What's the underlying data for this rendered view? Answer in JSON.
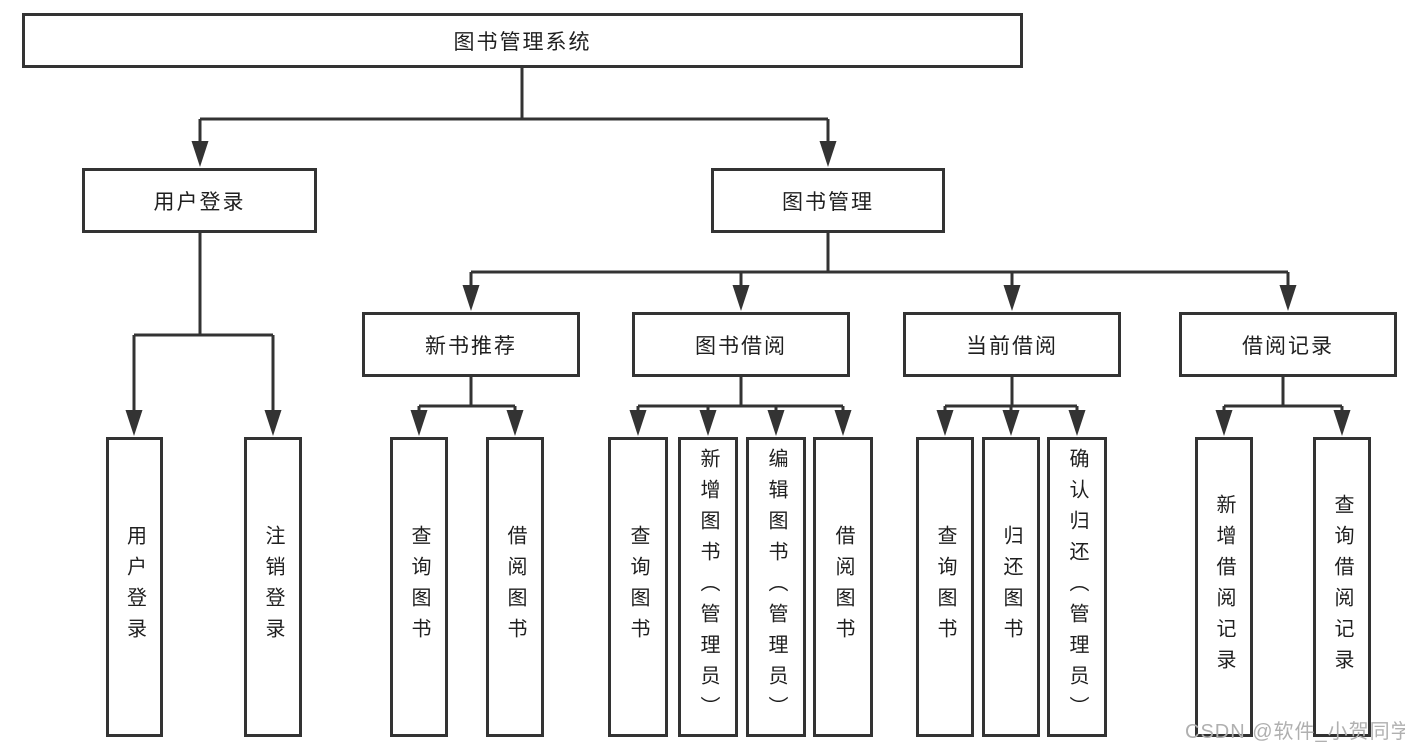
{
  "diagram_title": "图书管理系统",
  "colors": {
    "line": "#333333",
    "node_border": "#333333",
    "node_text": "#1f1f1f",
    "watermark_text": "#b0b0b0",
    "background": "#ffffff"
  },
  "nodes": {
    "root": "图书管理系统",
    "user_login": "用户登录",
    "book_mgmt": "图书管理",
    "new_book_rec": "新书推荐",
    "book_borrow": "图书借阅",
    "current_borrow": "当前借阅",
    "borrow_record": "借阅记录",
    "leaf_user_login": "用户登录",
    "leaf_logout": "注销登录",
    "leaf_query_book_rec": "查询图书",
    "leaf_borrow_book_rec": "借阅图书",
    "leaf_query_book_borrow": "查询图书",
    "leaf_add_book": "新增图书（管理员）",
    "leaf_edit_book": "编辑图书（管理员）",
    "leaf_borrow_book_borrow": "借阅图书",
    "leaf_query_book_current": "查询图书",
    "leaf_return_book": "归还图书",
    "leaf_confirm_return": "确认归还（管理员）",
    "leaf_add_borrow_record": "新增借阅记录",
    "leaf_query_borrow_record": "查询借阅记录"
  },
  "hierarchy": {
    "图书管理系统": {
      "用户登录": [
        "用户登录",
        "注销登录"
      ],
      "图书管理": {
        "新书推荐": [
          "查询图书",
          "借阅图书"
        ],
        "图书借阅": [
          "查询图书",
          "新增图书（管理员）",
          "编辑图书（管理员）",
          "借阅图书"
        ],
        "当前借阅": [
          "查询图书",
          "归还图书",
          "确认归还（管理员）"
        ],
        "借阅记录": [
          "新增借阅记录",
          "查询借阅记录"
        ]
      }
    }
  },
  "watermark": "CSDN @软件_小贺同学"
}
